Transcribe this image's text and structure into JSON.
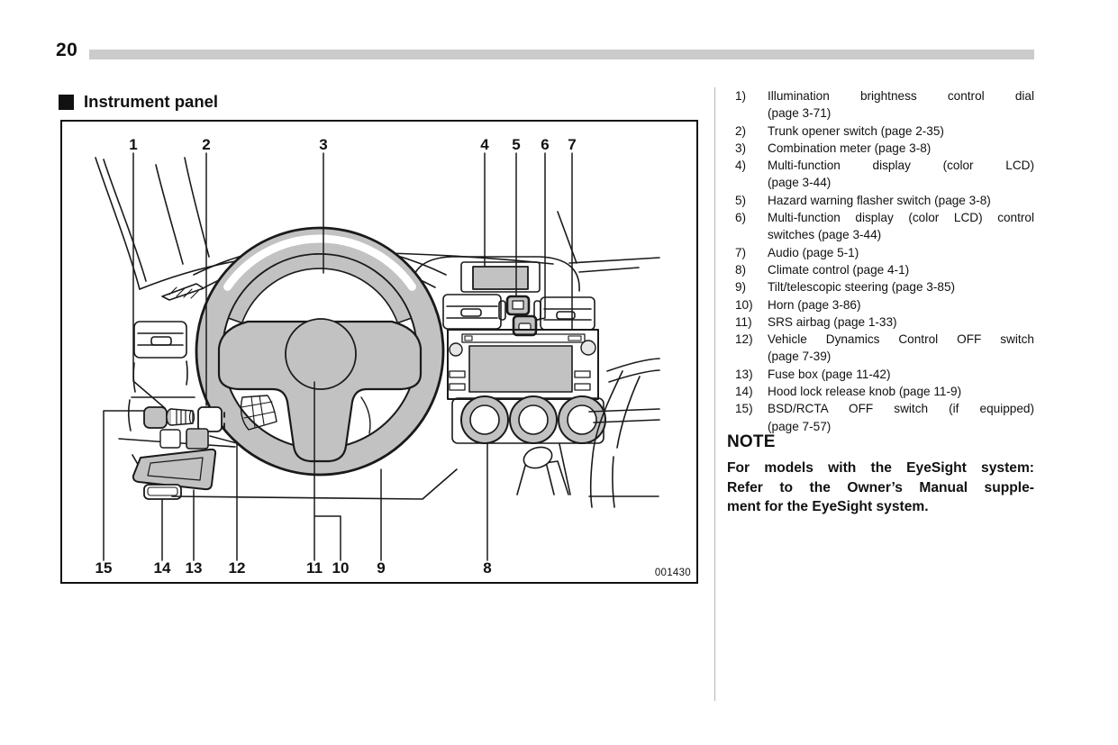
{
  "page": {
    "number": "20"
  },
  "section": {
    "title": "Instrument panel"
  },
  "diagram": {
    "figure_code": "001430",
    "top_callouts": [
      "1",
      "2",
      "3",
      "4",
      "5",
      "6",
      "7"
    ],
    "bottom_callouts": [
      "15",
      "14",
      "13",
      "12",
      "11",
      "10",
      "9",
      "8"
    ]
  },
  "legend": {
    "items": [
      {
        "num": "1)",
        "lines": [
          "Illumination brightness control dial",
          "(page 3-71)"
        ]
      },
      {
        "num": "2)",
        "lines": [
          "Trunk opener switch (page 2-35)"
        ]
      },
      {
        "num": "3)",
        "lines": [
          "Combination meter (page 3-8)"
        ]
      },
      {
        "num": "4)",
        "lines": [
          "Multi-function display (color LCD)",
          "(page 3-44)"
        ]
      },
      {
        "num": "5)",
        "lines": [
          "Hazard warning flasher switch (page 3-8)"
        ]
      },
      {
        "num": "6)",
        "lines": [
          "Multi-function display (color LCD) control",
          "switches (page 3-44)"
        ]
      },
      {
        "num": "7)",
        "lines": [
          "Audio (page 5-1)"
        ]
      },
      {
        "num": "8)",
        "lines": [
          "Climate control (page 4-1)"
        ]
      },
      {
        "num": "9)",
        "lines": [
          "Tilt/telescopic steering (page 3-85)"
        ]
      },
      {
        "num": "10)",
        "lines": [
          "Horn (page 3-86)"
        ]
      },
      {
        "num": "11)",
        "lines": [
          "SRS airbag (page 1-33)"
        ]
      },
      {
        "num": "12)",
        "lines": [
          "Vehicle Dynamics Control OFF switch",
          "(page 7-39)"
        ]
      },
      {
        "num": "13)",
        "lines": [
          "Fuse box (page 11-42)"
        ]
      },
      {
        "num": "14)",
        "lines": [
          "Hood lock release knob (page 11-9)"
        ]
      },
      {
        "num": "15)",
        "lines": [
          "BSD/RCTA OFF switch (if equipped)",
          "(page 7-57)"
        ]
      }
    ]
  },
  "note": {
    "title": "NOTE",
    "lines": [
      "For models with the EyeSight system:",
      "Refer to the Owner’s Manual supple-",
      "ment for the EyeSight system."
    ]
  }
}
